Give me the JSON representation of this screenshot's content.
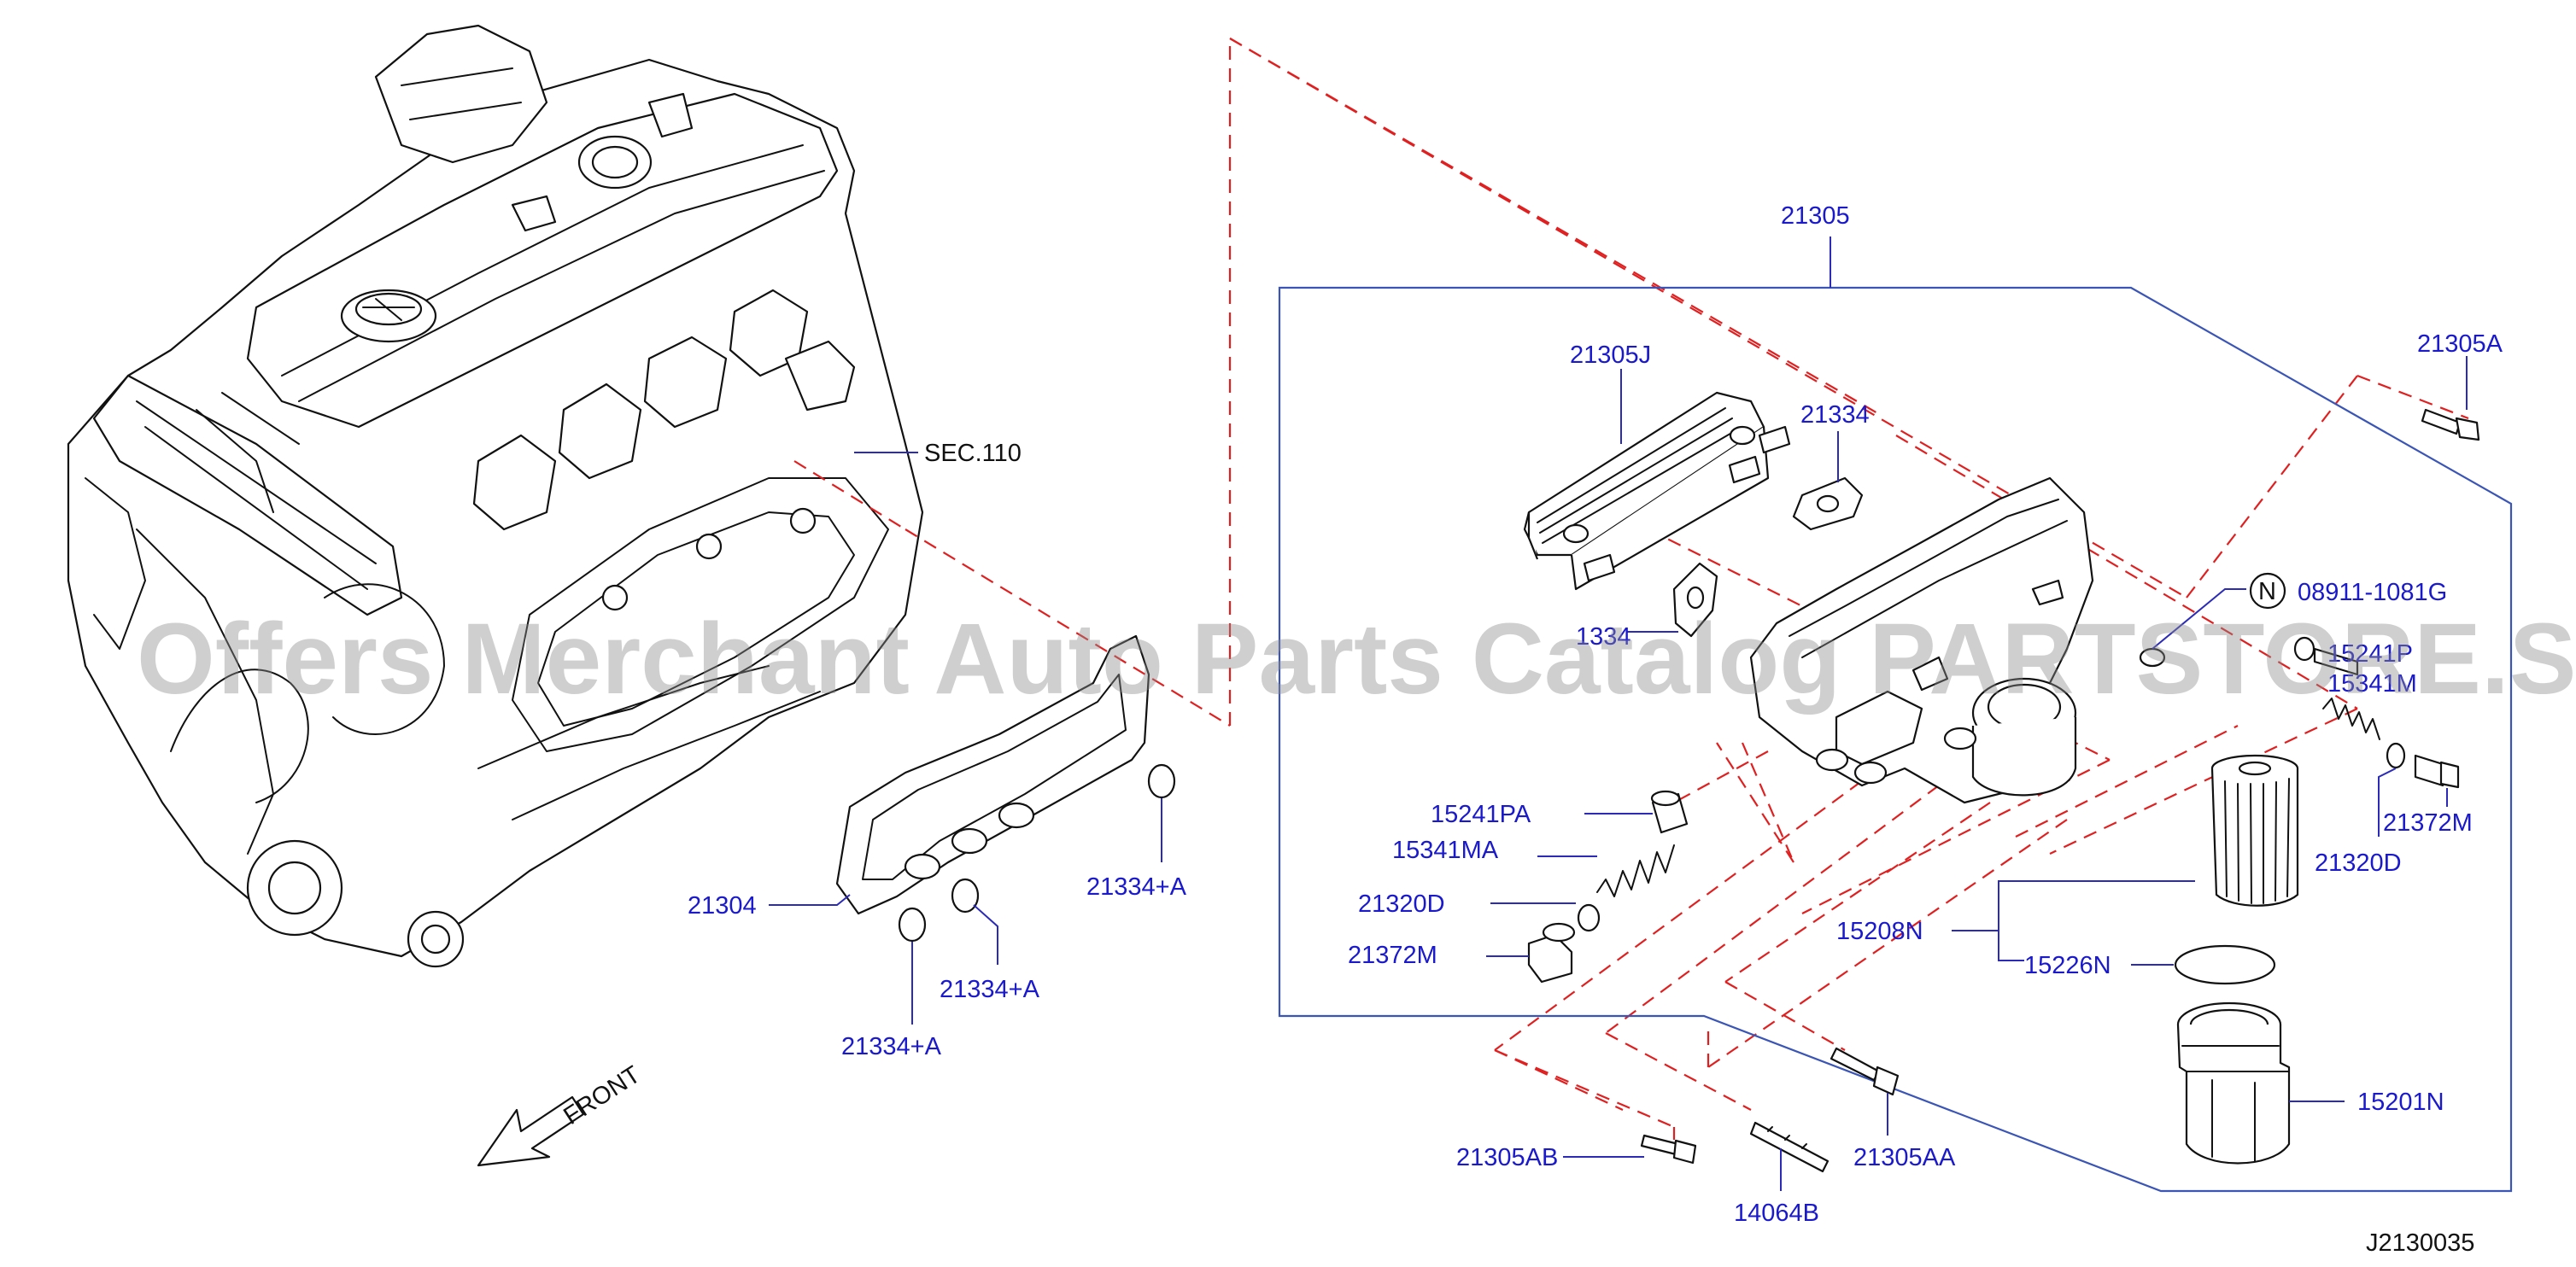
{
  "watermark": "Offers Merchant Auto Parts Catalog PARTSTORE.SA",
  "diagram_code": "J2130035",
  "front_label": "FRONT",
  "section_ref": "SEC.110",
  "notice_symbol": "N",
  "colors": {
    "label": "#1a1acc",
    "leader": "#2b2bb8",
    "hidden_line": "#e02020",
    "assembly_box": "#3a55b5",
    "outline": "#111111"
  },
  "labels": {
    "p21305": "21305",
    "p21305J": "21305J",
    "p21334": "21334",
    "p21334_partial": "1334",
    "p21305A": "21305A",
    "p08911": "08911-1081G",
    "p15241P_partial": "15241P",
    "p15341M_partial": "15341M",
    "p15241PA": "15241PA",
    "p15341MA": "15341MA",
    "p21320D_left": "21320D",
    "p21372M_left": "21372M",
    "p21372M_right": "21372M",
    "p21320D_right": "21320D",
    "p15208N": "15208N",
    "p15226N": "15226N",
    "p15201N": "15201N",
    "p21305AB": "21305AB",
    "p14064B": "14064B",
    "p21305AA": "21305AA",
    "p21304": "21304",
    "p21334A_1": "21334+A",
    "p21334A_2": "21334+A",
    "p21334A_3": "21334+A"
  }
}
